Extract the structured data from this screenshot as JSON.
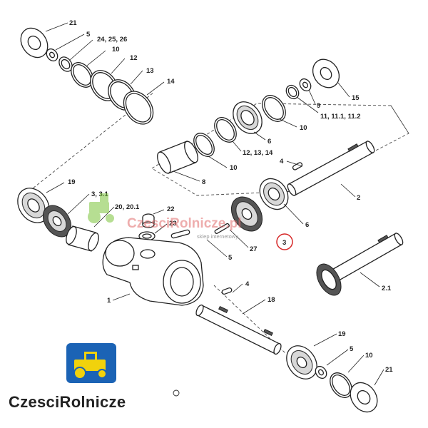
{
  "labels": {
    "l21a": "21",
    "l5a": "5",
    "l24": "24, 25, 26",
    "l10a": "10",
    "l12": "12",
    "l13": "13",
    "l14": "14",
    "l15": "15",
    "l9": "9",
    "l11": "11, 11.1, 11.2",
    "l10b": "10",
    "l6a": "6",
    "l12b": "12, 13, 14",
    "l10c": "10",
    "l8": "8",
    "l4a": "4",
    "l2": "2",
    "l19a": "19",
    "l3a": "3, 3.1",
    "l20": "20, 20.1",
    "l22": "22",
    "l23": "23",
    "l6b": "6",
    "l3b": "3",
    "l27": "27",
    "l5b": "5",
    "l4b": "4",
    "l1": "1",
    "l18": "18",
    "l21b": "2.1",
    "l19b": "19",
    "l5c": "5",
    "l10d": "10",
    "l21c": "21"
  },
  "watermark": {
    "text": "CzesciRolnicze.pl",
    "subtitle": "sklep internetowy"
  },
  "brand": {
    "name": "CzesciRolnicze"
  },
  "colors": {
    "highlight": "#d62828",
    "logo_blue": "#1b63b5",
    "logo_yellow": "#f1d20c",
    "watermark_green": "#7cc43a"
  }
}
